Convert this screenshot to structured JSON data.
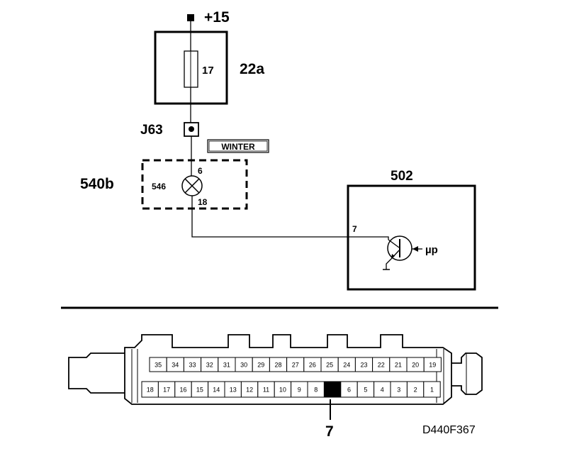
{
  "circuit": {
    "supply_label": "+15",
    "fuse_box_label": "22a",
    "fuse_number": "17",
    "connector_label": "J63",
    "winter_label": "WINTER",
    "panel_label": "540b",
    "lamp_number": "546",
    "lamp_pin_top": "6",
    "lamp_pin_bottom": "18",
    "ecu_label": "502",
    "ecu_pin": "7",
    "ecu_input_label": "µp"
  },
  "connector": {
    "top_row": [
      "35",
      "34",
      "33",
      "32",
      "31",
      "30",
      "29",
      "28",
      "27",
      "26",
      "25",
      "24",
      "23",
      "22",
      "21",
      "20",
      "19"
    ],
    "bottom_row": [
      "18",
      "17",
      "16",
      "15",
      "14",
      "13",
      "12",
      "11",
      "10",
      "9",
      "8",
      "",
      "6",
      "5",
      "4",
      "3",
      "2",
      "1"
    ],
    "highlighted_pin": "7",
    "callout_label": "7"
  },
  "figure_code": "D440F367",
  "colors": {
    "ink": "#000000",
    "paper": "#ffffff"
  }
}
